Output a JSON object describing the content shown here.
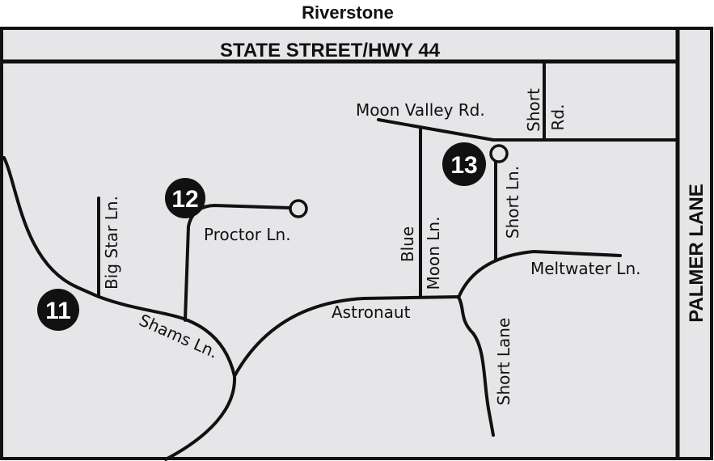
{
  "title": "Riverstone",
  "streets": {
    "state_street": "STATE STREET/HWY 44",
    "palmer_lane": "PALMER LANE",
    "moon_valley": "Moon Valley Rd.",
    "short_rd_1": "Short",
    "short_rd_2": "Rd.",
    "short_ln": "Short Ln.",
    "blue_moon_1": "Blue",
    "blue_moon_2": "Moon Ln.",
    "meltwater": "Meltwater Ln.",
    "astronaut": "Astronaut",
    "short_lane": "Short Lane",
    "proctor": "Proctor Ln.",
    "big_star": "Big Star Ln.",
    "shams": "Shams Ln."
  },
  "markers": [
    "11",
    "12",
    "13"
  ],
  "colors": {
    "background": "#e6e6e8",
    "road": "#111111",
    "marker": "#111111"
  }
}
